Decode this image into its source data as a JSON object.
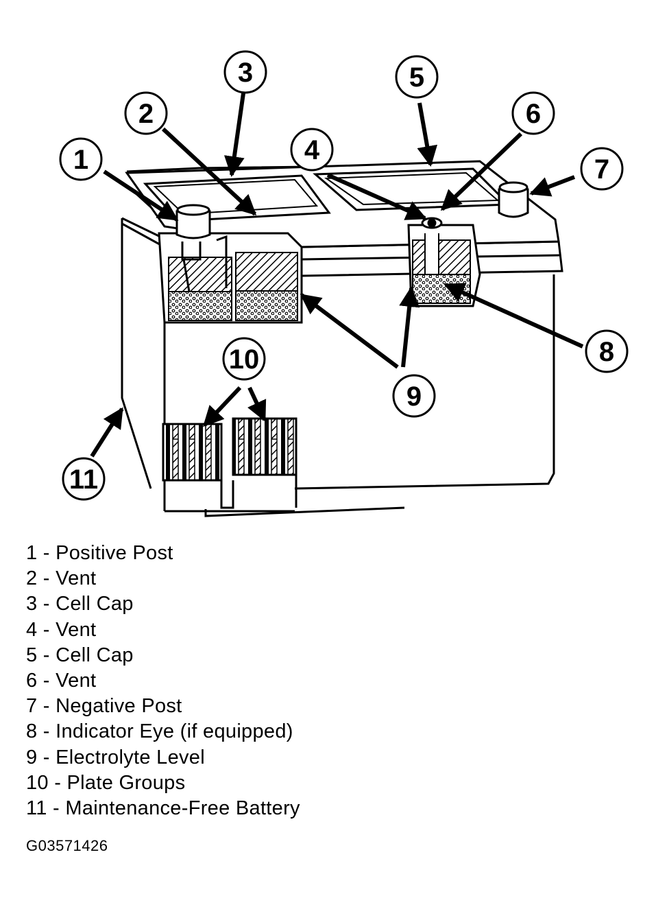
{
  "callouts": [
    "1",
    "2",
    "3",
    "4",
    "5",
    "6",
    "7",
    "8",
    "9",
    "10",
    "11"
  ],
  "legend": [
    "1 - Positive Post",
    "2 - Vent",
    "3 - Cell Cap",
    "4 - Vent",
    "5 - Cell Cap",
    "6 - Vent",
    "7 - Negative Post",
    "8 - Indicator Eye (if equipped)",
    "9 - Electrolyte Level",
    "10 - Plate Groups",
    "11 - Maintenance-Free Battery"
  ],
  "figure_id": "G03571426"
}
